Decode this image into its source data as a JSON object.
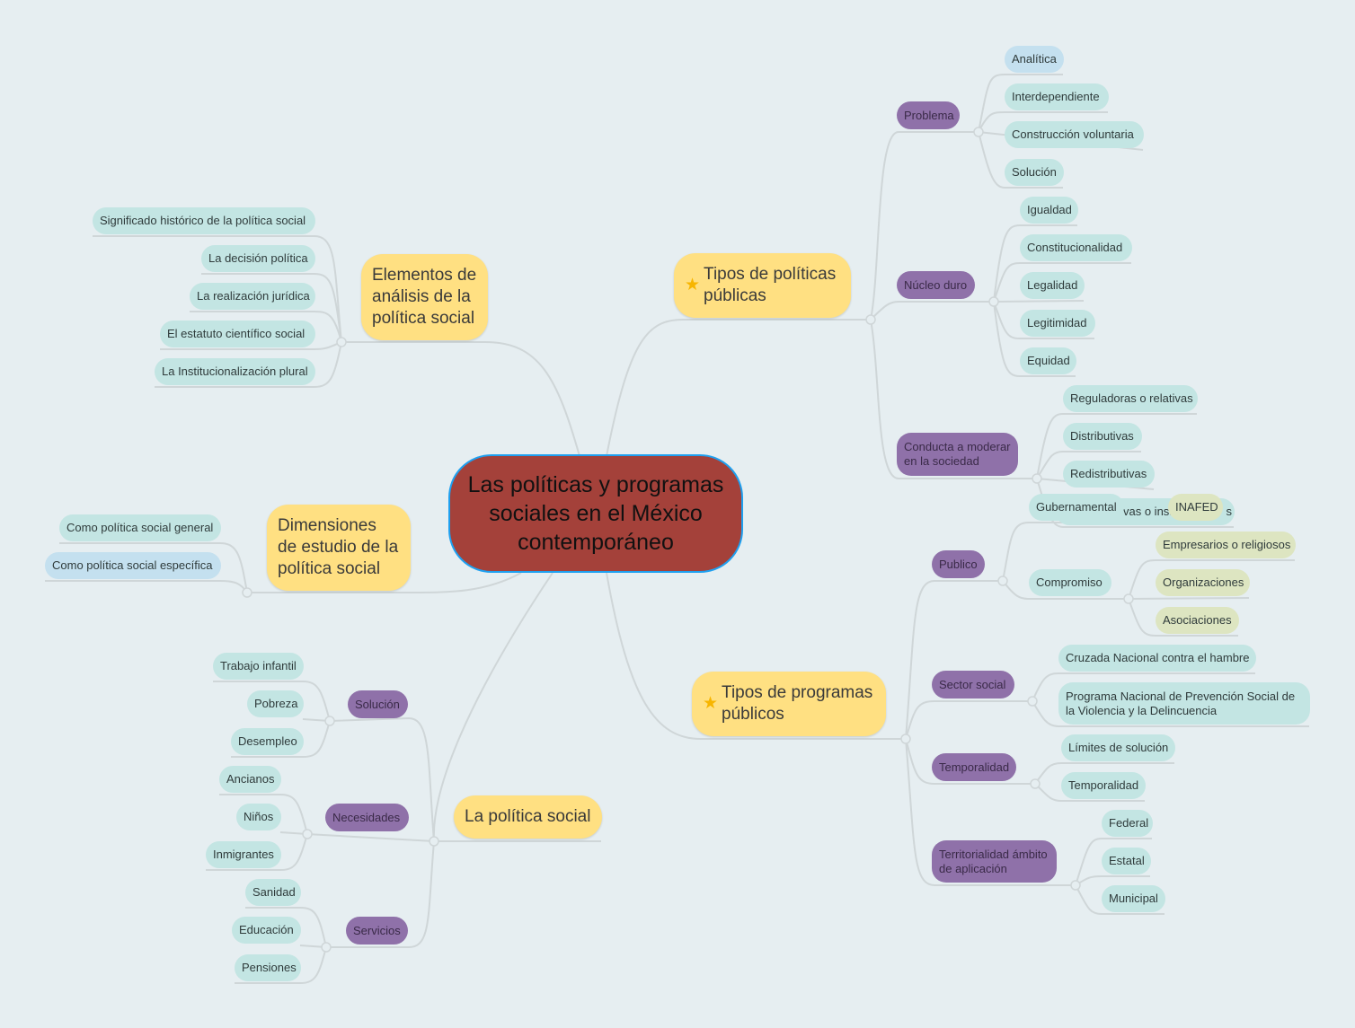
{
  "root": {
    "title": "Las políticas y programas sociales en el México contemporáneo"
  },
  "tipos_politicas": {
    "title": "Tipos de políticas públicas",
    "icon": "star-icon",
    "problema": {
      "label": "Problema",
      "items": [
        "Analítica",
        "Interdependiente",
        "Construcción voluntaria",
        "Solución"
      ]
    },
    "nucleo": {
      "label": "Núcleo duro",
      "items": [
        "Igualdad",
        "Constitucionalidad",
        "Legalidad",
        "Legitimidad",
        "Equidad"
      ]
    },
    "conducta": {
      "label": "Conducta a moderar en la sociedad",
      "items": [
        "Reguladoras o relativas",
        "Distributivas",
        "Redistributivas"
      ],
      "hidden_a": "vas o inst",
      "hidden_b": "s"
    }
  },
  "tipos_programas": {
    "title": "Tipos de programas públicos",
    "icon": "star-icon",
    "publico": {
      "label": "Publico",
      "gubernamental": "Gubernamental",
      "inafed": "INAFED",
      "compromiso": "Compromiso",
      "compromiso_items": [
        "Empresarios o religiosos",
        "Organizaciones",
        "Asociaciones"
      ]
    },
    "sector": {
      "label": "Sector social",
      "items": [
        "Cruzada Nacional contra el hambre",
        "Programa Nacional de Prevención Social de la Violencia y la Delincuencia"
      ]
    },
    "temporalidad": {
      "label": "Temporalidad",
      "items": [
        "Límites de solución",
        "Temporalidad"
      ]
    },
    "territorialidad": {
      "label": "Territorialidad ámbito de aplicación",
      "items": [
        "Federal",
        "Estatal",
        "Municipal"
      ]
    }
  },
  "elementos": {
    "title": "Elementos de análisis de la política social",
    "items": [
      "Significado histórico de la política social",
      "La decisión política",
      "La realización jurídica",
      "El estatuto científico social",
      "La Institucionalización plural"
    ]
  },
  "dimensiones": {
    "title": "Dimensiones de estudio de la política social",
    "items": [
      "Como política social general",
      "Como política social específica"
    ]
  },
  "politica_social": {
    "title": "La política social",
    "solucion": {
      "label": "Solución",
      "items": [
        "Trabajo infantil",
        "Pobreza",
        "Desempleo"
      ]
    },
    "necesidades": {
      "label": "Necesidades",
      "items": [
        "Ancianos",
        "Niños",
        "Inmigrantes"
      ]
    },
    "servicios": {
      "label": "Servicios",
      "items": [
        "Sanidad",
        "Educación",
        "Pensiones"
      ]
    }
  },
  "colors": {
    "background": "#e6eef1",
    "root": "#a4413a",
    "root_border": "#1ea0f0",
    "main": "#ffe082",
    "sub": "#8f71a9",
    "leaf": "#c3e5e3",
    "leaf_alt": "#c4e0ef",
    "leaf_green": "#dde5c1"
  }
}
